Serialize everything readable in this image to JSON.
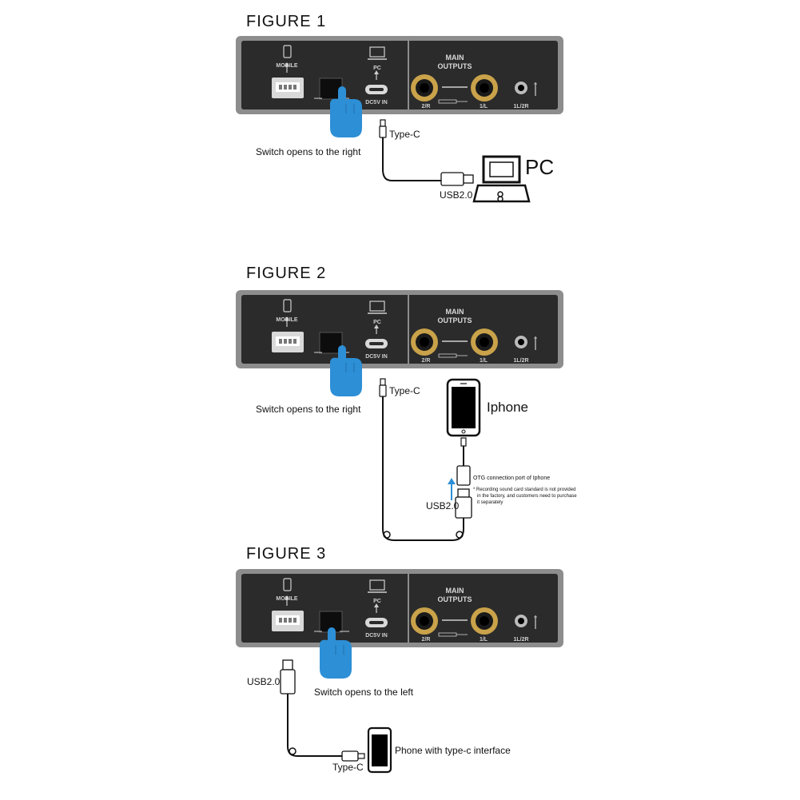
{
  "figures": [
    {
      "title": "FIGURE 1",
      "panel": {
        "mobile_label": "MOBILE",
        "pc_label": "PC",
        "dc_label": "DC5V IN",
        "outputs_label_line1": "MAIN",
        "outputs_label_line2": "OUTPUTS",
        "port_2r": "2/R",
        "port_1l": "1/L",
        "port_1l2r": "1L/2R"
      },
      "switch_note": "Switch opens to the right",
      "cable_label": "Type-C",
      "usb_label": "USB2.0",
      "device_label": "PC"
    },
    {
      "title": "FIGURE 2",
      "panel": {
        "mobile_label": "MOBILE",
        "pc_label": "PC",
        "dc_label": "DC5V IN",
        "outputs_label_line1": "MAIN",
        "outputs_label_line2": "OUTPUTS",
        "port_2r": "2/R",
        "port_1l": "1/L",
        "port_1l2r": "1L/2R"
      },
      "switch_note": "Switch opens to the right",
      "cable_label": "Type-C",
      "usb_label": "USB2.0",
      "device_label": "Iphone",
      "otg_label": "OTG connection port of Iphone",
      "otg_note_line1": "* Recording sound card standard is not provided",
      "otg_note_line2": "in the factory, and customers need to purchase",
      "otg_note_line3": "it separately"
    },
    {
      "title": "FIGURE 3",
      "panel": {
        "mobile_label": "MOBILE",
        "pc_label": "PC",
        "dc_label": "DC5V IN",
        "outputs_label_line1": "MAIN",
        "outputs_label_line2": "OUTPUTS",
        "port_2r": "2/R",
        "port_1l": "1/L",
        "port_1l2r": "1L/2R"
      },
      "switch_note": "Switch opens to the left",
      "cable_label": "Type-C",
      "usb_label": "USB2.0",
      "device_label": "Phone with type-c interface"
    }
  ],
  "colors": {
    "panel_frame": "#8d8d8d",
    "panel_face": "#2b2b2b",
    "hand": "#2d8fd6",
    "jack_ring": "#c9a24a",
    "arrow_blue": "#2d8fd6"
  }
}
